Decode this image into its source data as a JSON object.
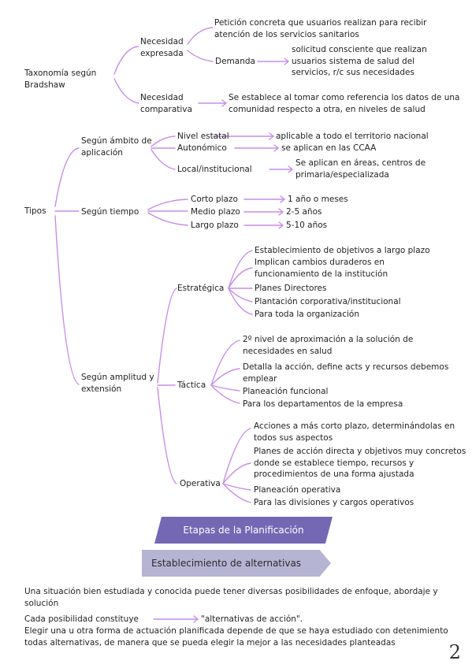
{
  "colors": {
    "connector": "#c78ee6",
    "banner_primary": "#7468b4",
    "banner_primary_text": "#ffffff",
    "banner_secondary": "#b6b4d3",
    "banner_secondary_text": "#2a2a2a"
  },
  "bradshaw": {
    "root": "Taxonomía según Bradshaw",
    "expresada": {
      "label": "Necesidad expresada",
      "peticion": "Petición concreta que usuarios realizan para recibir atención de los servicios sanitarios",
      "demanda_label": "Demanda",
      "demanda_text": "solicitud consciente que realizan usuarios sistema de salud del servicios, r/c sus necesidades"
    },
    "comparativa": {
      "label": "Necesidad comparativa",
      "text": "Se establece al tomar como referencia los datos de una comunidad respecto a otra, en niveles de salud"
    }
  },
  "tipos": {
    "root": "Tipos",
    "ambito": {
      "label": "Según ámbito de aplicación",
      "items": [
        {
          "label": "Nivel estatal",
          "text": "aplicable a todo el territorio nacional"
        },
        {
          "label": "Autonómico",
          "text": "se aplican en las CCAA"
        },
        {
          "label": "Local/institucional",
          "text": "Se aplican en áreas, centros de primaria/especializada"
        }
      ]
    },
    "tiempo": {
      "label": "Según tiempo",
      "items": [
        {
          "label": "Corto plazo",
          "text": "1 año o meses"
        },
        {
          "label": "Medio plazo",
          "text": "2-5 años"
        },
        {
          "label": "Largo plazo",
          "text": "5-10 años"
        }
      ]
    },
    "amplitud": {
      "label": "Según amplitud y extensión",
      "estrategica": {
        "label": "Estratégica",
        "items": [
          "Establecimiento de objetivos a largo plazo",
          "Implican cambios duraderos en funcionamiento de la institución",
          "Planes Directores",
          "Plantación corporativa/institucional",
          "Para toda la organización"
        ]
      },
      "tactica": {
        "label": "Táctica",
        "items": [
          "2º nivel de aproximación a la solución de necesidades en salud",
          "Detalla la acción, define acts y recursos debemos emplear",
          "Planeación funcional",
          "Para los departamentos de la empresa"
        ]
      },
      "operativa": {
        "label": "Operativa",
        "items": [
          "Acciones a más corto plazo, determinándolas en todos sus aspectos",
          "Planes de acción directa y objetivos muy concretos donde se establece tiempo, recursos y procedimientos de una forma ajustada",
          "Planeación operativa",
          "Para las divisiones y cargos operativos"
        ]
      }
    }
  },
  "banners": {
    "etapas": "Etapas de la Planificación",
    "alternativas": "Establecimiento de alternativas"
  },
  "body": {
    "p1": "Una situación bien estudiada y conocida puede tener diversas posibilidades de enfoque, abordaje y solución",
    "p2_left": "Cada posibilidad constituye",
    "p2_right": "\"alternativas de acción\".",
    "p3": "Elegir una u otra forma de actuación planificada depende de que se haya estudiado con detenimiento todas alternativas, de manera que se pueda elegir la mejor a las necesidades planteadas"
  },
  "page_number": "2"
}
